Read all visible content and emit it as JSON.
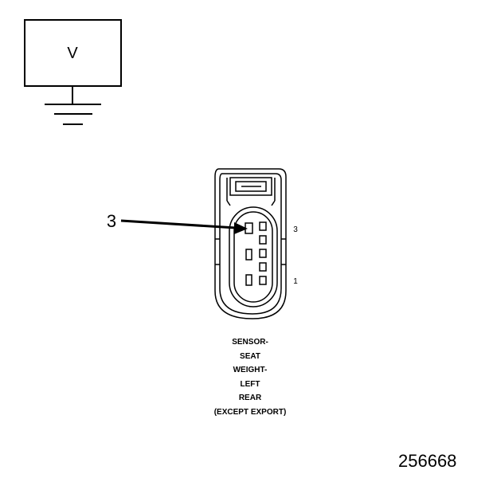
{
  "meter": {
    "label": "V"
  },
  "callout": {
    "number": "3"
  },
  "connector": {
    "pin_top_label": "3",
    "pin_bottom_label": "1"
  },
  "caption": {
    "lines": [
      "SENSOR-",
      "SEAT",
      "WEIGHT-",
      "LEFT",
      "REAR",
      "(EXCEPT EXPORT)"
    ]
  },
  "figure_id": "256668"
}
